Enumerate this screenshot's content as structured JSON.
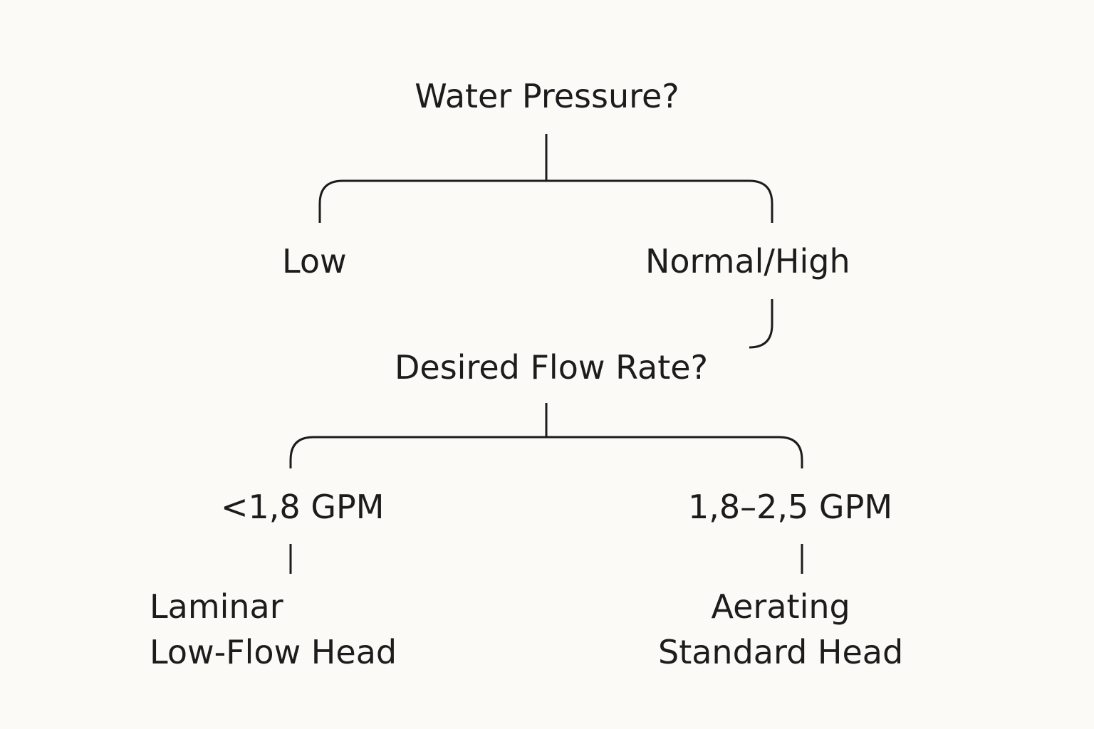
{
  "diagram": {
    "question_1": "Water Pressure?",
    "branch_1_left": "Low",
    "branch_1_right": "Normal/High",
    "question_2": "Desired Flow Rate?",
    "branch_2_left": "<1,8 GPM",
    "branch_2_right": "1,8–2,5 GPM",
    "result_left": {
      "line_1": "Laminar",
      "line_2": "Low-Flow Head"
    },
    "result_right": {
      "line_1": "Aerating",
      "line_2": "Standard Head"
    }
  },
  "colors": {
    "background": "#fcfaf6",
    "ink": "#1c1c1c"
  }
}
